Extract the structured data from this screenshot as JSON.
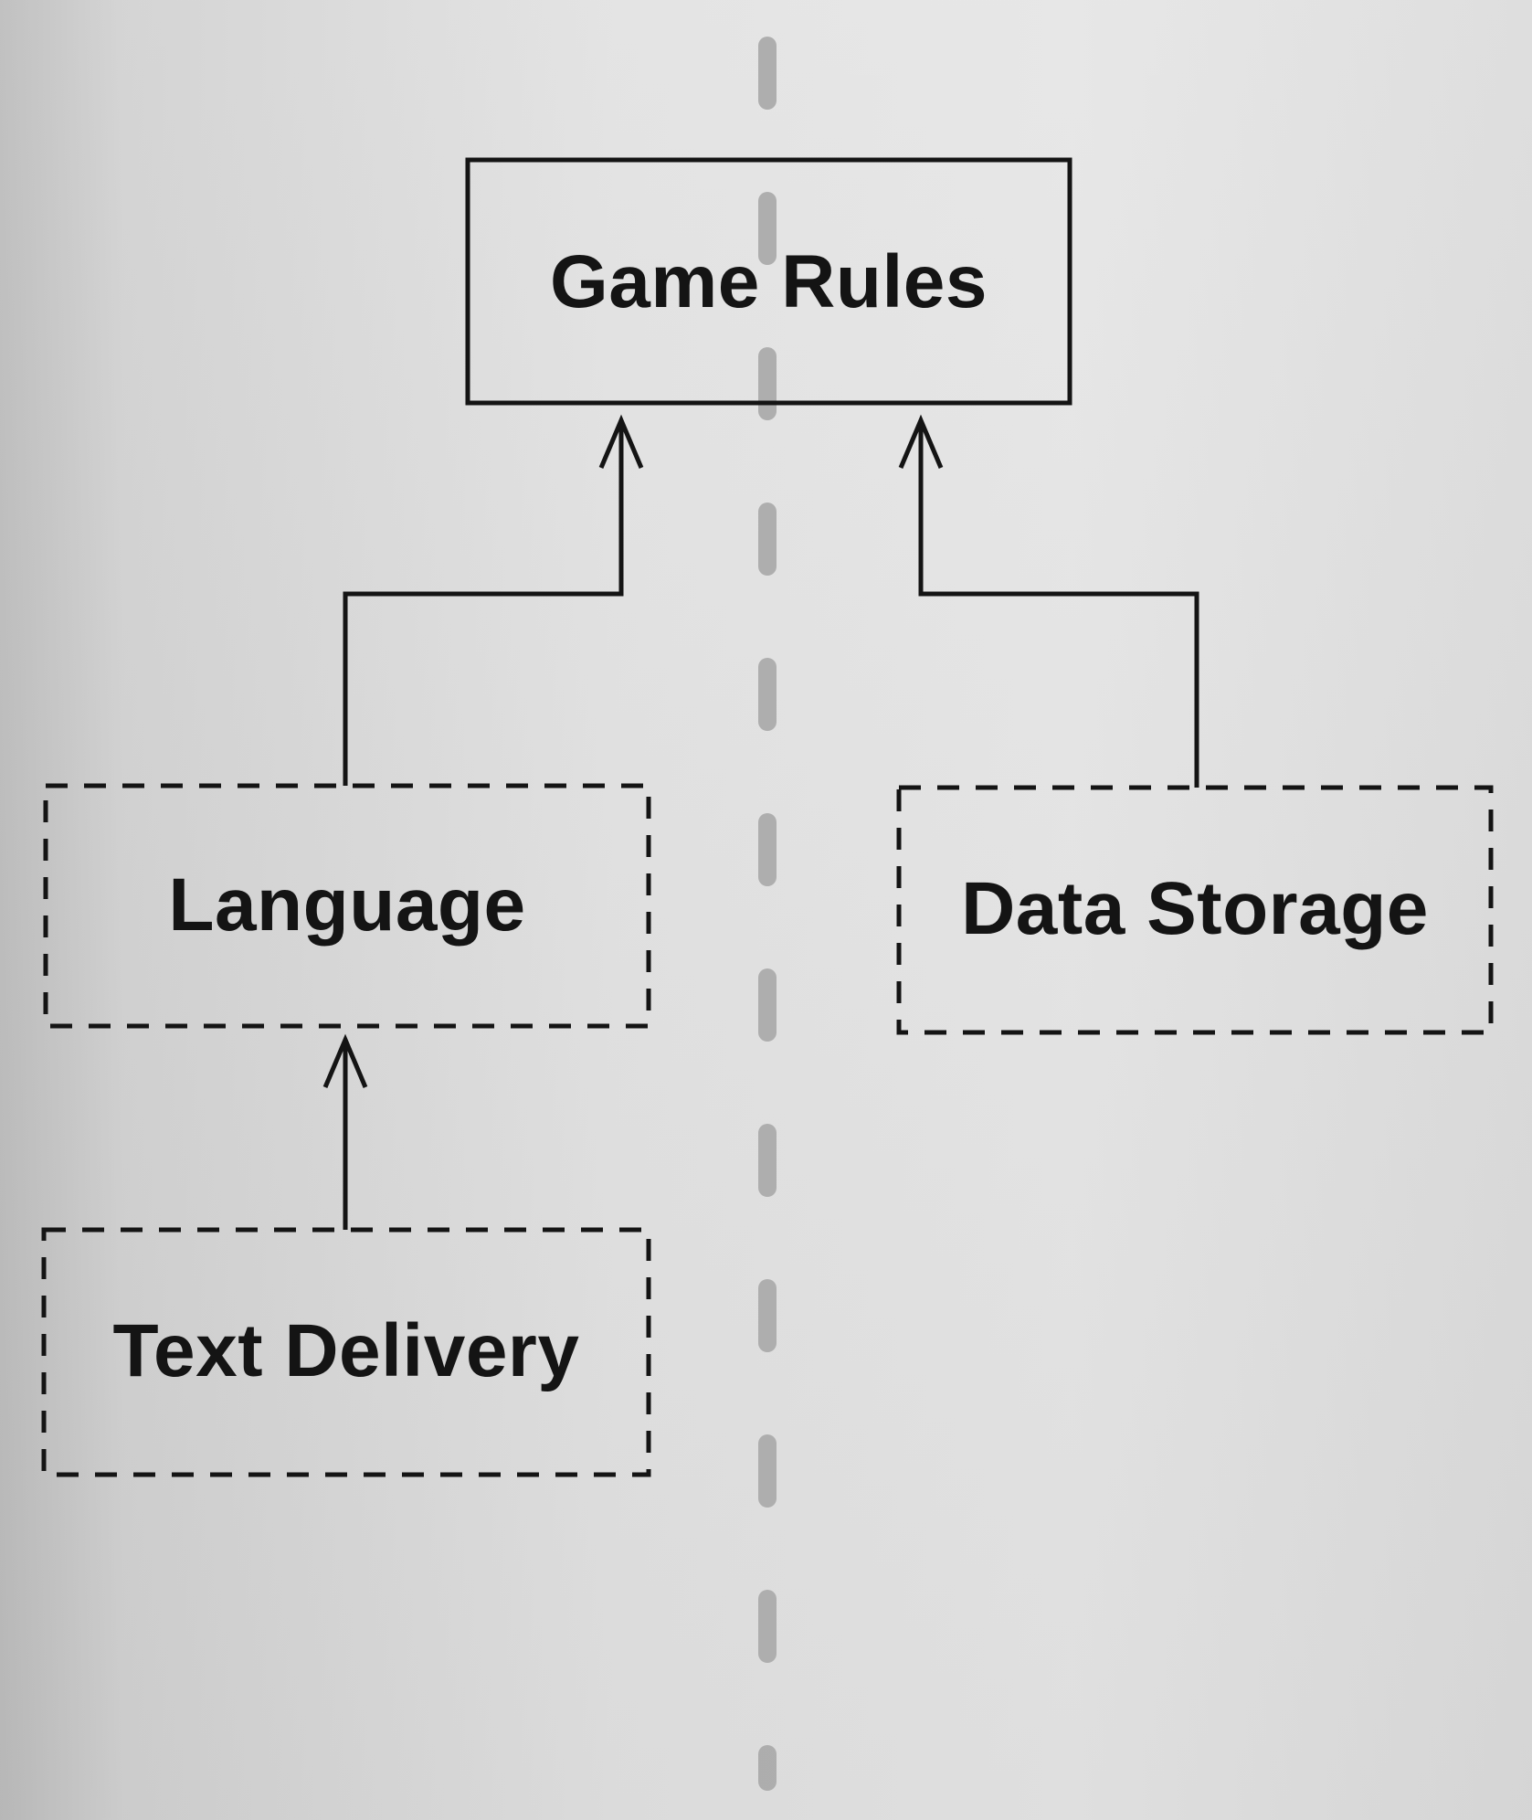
{
  "diagram": {
    "nodes": {
      "game_rules": {
        "label": "Game Rules",
        "border": "solid"
      },
      "language": {
        "label": "Language",
        "border": "dashed"
      },
      "data_storage": {
        "label": "Data Storage",
        "border": "dashed"
      },
      "text_delivery": {
        "label": "Text Delivery",
        "border": "dashed"
      }
    },
    "edges": [
      {
        "from": "language",
        "to": "game_rules"
      },
      {
        "from": "data_storage",
        "to": "game_rules"
      },
      {
        "from": "text_delivery",
        "to": "language"
      }
    ],
    "colors": {
      "ink": "#141414",
      "divider": "#a9a9a9"
    }
  }
}
